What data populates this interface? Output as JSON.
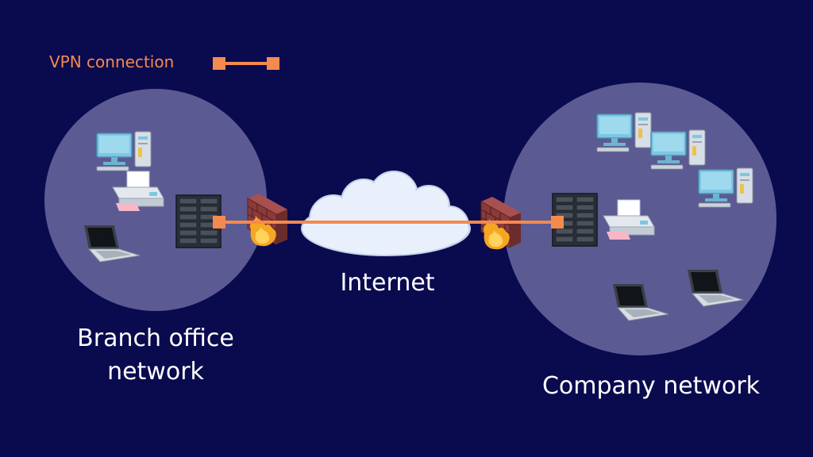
{
  "legend": {
    "text": "VPN connection",
    "color": "#f38a4f"
  },
  "networks": {
    "branch": {
      "label_line1": "Branch office",
      "label_line2": "network"
    },
    "company": {
      "label": "Company network"
    }
  },
  "internet": {
    "label": "Internet"
  },
  "colors": {
    "background": "#0a0a4f",
    "network_circle": "#5c5a93",
    "vpn_line": "#f38a4f",
    "cloud": "#e9f0fb",
    "monitor": "#7ec7e3",
    "firewall_brick": "#8a3a3a",
    "server": "#2b2f38"
  },
  "icons": [
    "desktop-computer-icon",
    "printer-icon",
    "laptop-icon",
    "server-rack-icon",
    "firewall-icon",
    "cloud-icon"
  ]
}
